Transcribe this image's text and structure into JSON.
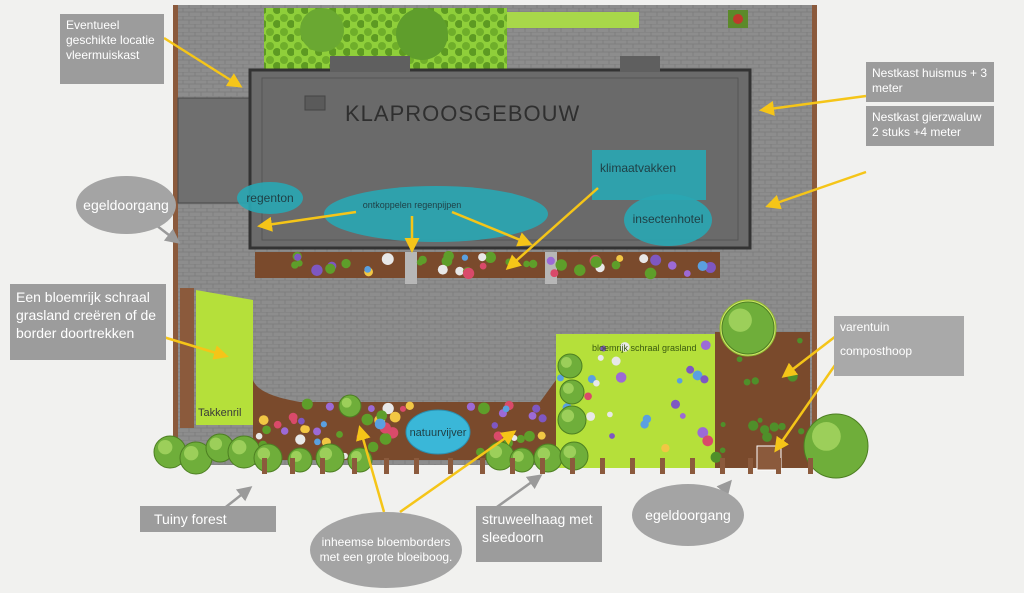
{
  "building": {
    "name": "KLAPROOSGEBOUW"
  },
  "map_labels": {
    "regenton": "regenton",
    "ontkoppelen": "ontkoppelen regenpijpen",
    "klimaatvakken": "klimaatvakken",
    "insectenhotel": "insectenhotel",
    "natuurvijver": "natuurvijver",
    "takkenril": "Takkenril",
    "bloemrijk": "bloemrijk schraal grasland"
  },
  "callouts": {
    "vleermuiskast": "Eventueel geschikte locatie vleermuiskast",
    "huismus": "Nestkast huismus + 3 meter",
    "gierzwaluw": "Nestkast gierzwaluw 2 stuks +4 meter",
    "egeldoorgang_left": "egeldoorgang",
    "grasland": "Een bloemrijk schraal grasland creëren of de border doortrekken",
    "varentuin": "varentuin",
    "composthoop": "composthoop",
    "tiny_forest": "Tuiny forest",
    "bloemborders": "inheemse bloemborders met een grote bloeiboog.",
    "struweelhaag": "struweelhaag met sleedoorn",
    "egeldoorgang_bottom": "egeldoorgang"
  },
  "colors": {
    "paving": "#8a8a8a",
    "roof": "#6a6a6a",
    "lawn": "#b5e03a",
    "soil": "#7a4a2c",
    "water": "#3ab7d8",
    "teal": "#2aa6b2",
    "arrow": "#f5c518",
    "callout": "#9c9c9c"
  }
}
